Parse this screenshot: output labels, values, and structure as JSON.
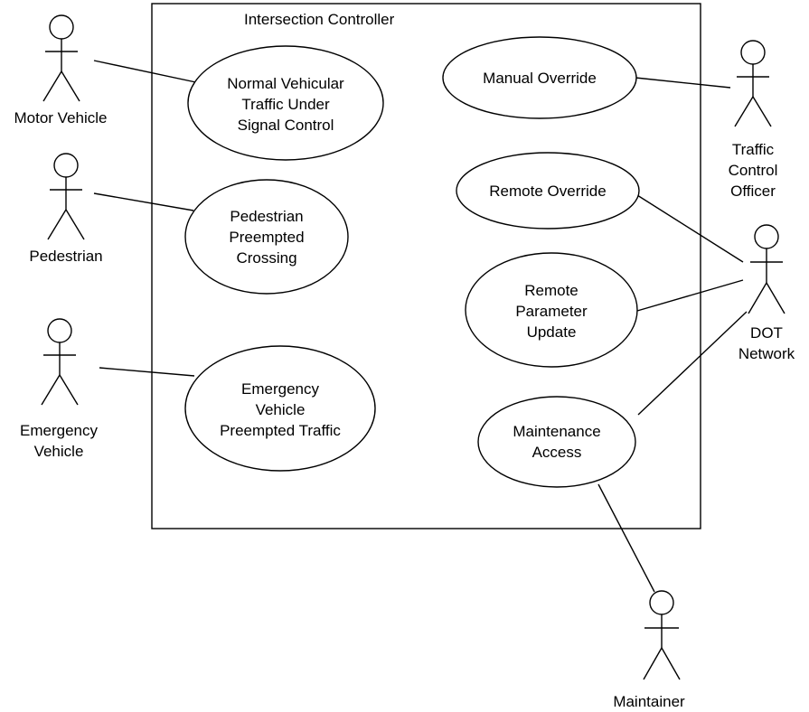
{
  "system": {
    "name": "Intersection Controller"
  },
  "actors": {
    "motor_vehicle": [
      "Motor Vehicle"
    ],
    "pedestrian": [
      "Pedestrian"
    ],
    "emergency_vehicle": [
      "Emergency",
      "Vehicle"
    ],
    "traffic_control_officer": [
      "Traffic",
      "Control",
      "Officer"
    ],
    "dot_network": [
      "DOT",
      "Network"
    ],
    "maintainer": [
      "Maintainer"
    ]
  },
  "use_cases": {
    "normal_traffic": [
      "Normal Vehicular",
      "Traffic Under",
      "Signal Control"
    ],
    "pedestrian_crossing": [
      "Pedestrian",
      "Preempted",
      "Crossing"
    ],
    "emergency_traffic": [
      "Emergency",
      "Vehicle",
      "Preempted Traffic"
    ],
    "manual_override": [
      "Manual Override"
    ],
    "remote_override": [
      "Remote Override"
    ],
    "remote_parameter_update": [
      "Remote",
      "Parameter",
      "Update"
    ],
    "maintenance_access": [
      "Maintenance",
      "Access"
    ]
  }
}
